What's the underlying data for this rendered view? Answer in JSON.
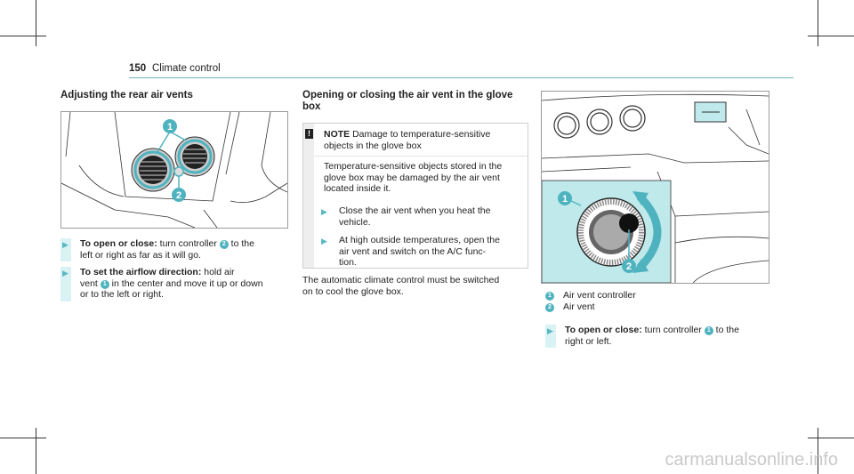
{
  "header": {
    "page_number": "150",
    "section": "Climate control"
  },
  "left": {
    "title": "Adjusting the rear air vents",
    "steps": [
      {
        "bold": "To open or close:",
        "pre": " turn controller ",
        "num": "2",
        "post": " to the",
        "line2": "left or right as far as it will go."
      },
      {
        "bold": "To set the airflow direction:",
        "pre": " hold air",
        "line2pre": "vent ",
        "num": "1",
        "line2post": " in the center and move it up or down",
        "line3": "or to the left or right."
      }
    ]
  },
  "middle": {
    "title_line1": "Opening or closing the air vent in the glove",
    "title_line2": "box",
    "note": {
      "label": "NOTE",
      "head_line1": " Damage to temperature-sensitive",
      "head_line2": "objects in the glove box",
      "body_line1": "Temperature-sensitive objects stored in the",
      "body_line2": "glove box may be damaged by the air vent",
      "body_line3": "located inside it.",
      "steps": [
        {
          "line1": "Close the air vent when you heat the",
          "line2": "vehicle."
        },
        {
          "line1": "At high outside temperatures, open the",
          "line2": "air vent and switch on the A/C func-",
          "line3": "tion."
        }
      ]
    },
    "paragraph_line1": "The automatic climate control must be switched",
    "paragraph_line2": "on to cool the glove box."
  },
  "right": {
    "legend": [
      {
        "num": "1",
        "label": "Air vent controller"
      },
      {
        "num": "2",
        "label": "Air vent"
      }
    ],
    "step": {
      "bold": "To open or close:",
      "pre": " turn controller ",
      "num": "1",
      "post": " to the",
      "line2": "right or left."
    }
  },
  "figures": {
    "callout_1": "1",
    "callout_2": "2"
  },
  "watermark": "carmanualsonline.info",
  "colors": {
    "accent": "#4fb3bf",
    "highlight_bg": "#bfe9eb",
    "step_bar": "#d9f2f4"
  }
}
